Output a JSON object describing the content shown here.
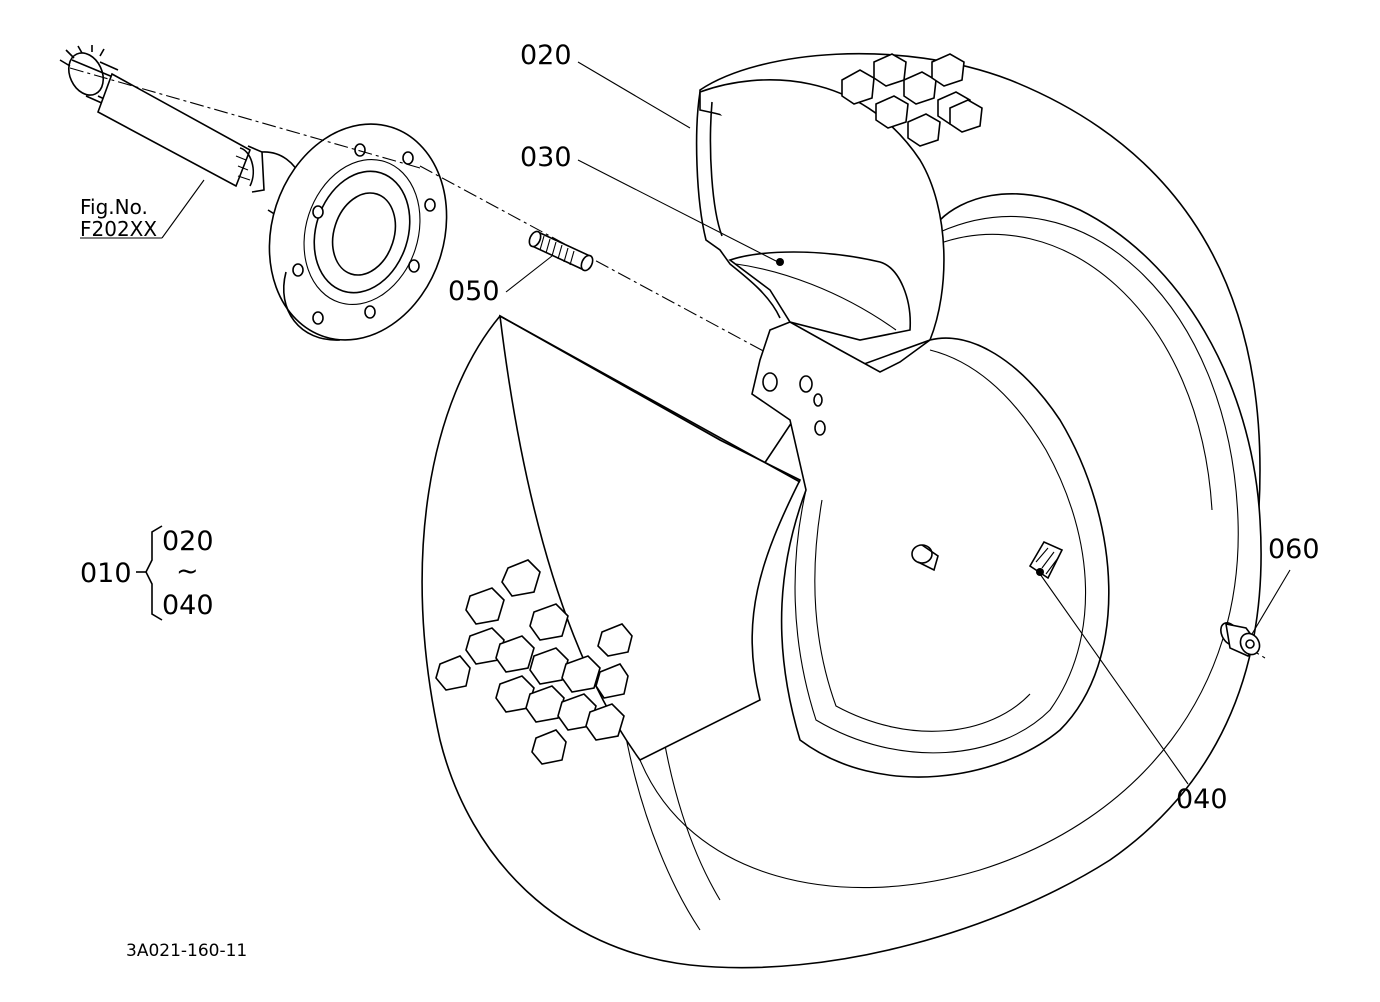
{
  "callouts": {
    "rim": "020",
    "tube": "030",
    "stud": "050",
    "nut": "060",
    "valve": "040",
    "assembly": "010"
  },
  "assembly_range": {
    "from": "020",
    "tilde": "~",
    "to": "040"
  },
  "figure_ref": {
    "label": "Fig.No.",
    "number": "F202XX"
  },
  "drawing_code": "3A021-160-11"
}
